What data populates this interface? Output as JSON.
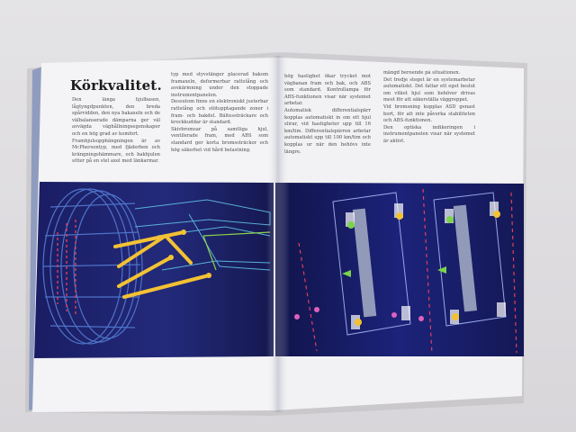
{
  "spread": {
    "heading": "Körkvalitet.",
    "columns": [
      "Den långa hjulbasen, lågtyngdpunkten, den breda spårvidden, den nya bakaxeln och de välbalanserade dämparna ger väl avvägda väghållningsegenskaper och en hög grad av komfort.\nFramhjulsupphängningen är av McPhersontyp, med fjäderben och krängningshämmare, och bakhjulen sitter på en stel axel med länkarmar.",
      "typ med styvstänger placerad bakom framaxeln, deformerbar rattstång och avskärmning under den stoppade instrumentpanelen.\nDessutom finns en elektroniskt justerbar rattstång och stötupptagande zoner i fram- och bakdel. Bältessträckare och krockkuddar är standard.\nSkivbromsar på samtliga hjul, ventilerade fram, med ABS som standard ger korta bromssträckor och hög säkerhet vid hård belastning.",
      "hög hastighet ökar trycket mot vägbanan fram och bak, och ABS som standard. Kontrollampa för ABS-funktionen visar när systemet arbetar.\nAutomatisk differentialspärr kopplas automatiskt in om ett hjul slirar, vid hastigheter upp till 16 km/tim. Differentialspärren arbetar automatiskt upp till 100 km/tim och kopplas ur när den behövs inte längre.",
      "mängd beroende på situationen.\nDet tredje steget är en systemarbetar automatiskt. Det fattar ett eget beslut om vilket hjul som behöver drivas mest för att säkerställa väggreppet.\nVid bromsning kopplas ASD genast bort, för att inte påverka stabiliteten och ABS-funktionen.\nDen optiska indikeringen i instrumentpanelen visar när systemet är aktivt."
    ]
  }
}
